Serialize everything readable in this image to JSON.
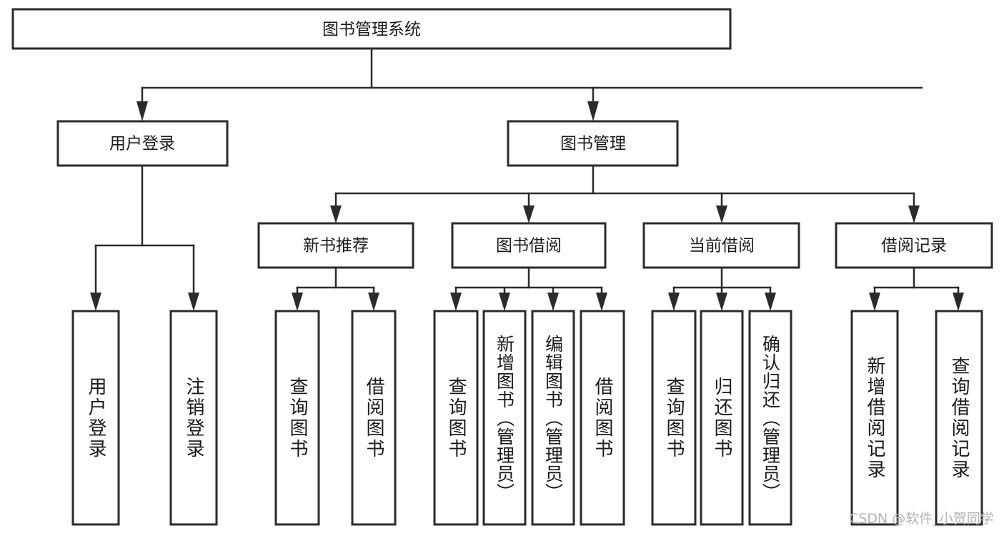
{
  "diagram": {
    "title": "图书管理系统",
    "type": "tree-hierarchy",
    "watermark": "CSDN @软件_小贺同学",
    "colors": {
      "background": "#ffffff",
      "box_border": "#2b2b2b",
      "box_fill": "#ffffff",
      "text": "#1a1a1a",
      "watermark": "#b4b4b4"
    },
    "levels": {
      "root": {
        "label": "图书管理系统"
      },
      "level2": [
        {
          "label": "用户登录"
        },
        {
          "label": "图书管理"
        }
      ],
      "level3": [
        {
          "label": "新书推荐"
        },
        {
          "label": "图书借阅"
        },
        {
          "label": "当前借阅"
        },
        {
          "label": "借阅记录"
        }
      ],
      "leaves": {
        "user_login": [
          {
            "label": "用户登录"
          },
          {
            "label": "注销登录"
          }
        ],
        "new_book_recommend": [
          {
            "label": "查询图书"
          },
          {
            "label": "借阅图书"
          }
        ],
        "book_borrow": [
          {
            "label": "查询图书"
          },
          {
            "label": "新增图书（管理员）"
          },
          {
            "label": "编辑图书（管理员）"
          },
          {
            "label": "借阅图书"
          }
        ],
        "current_borrow": [
          {
            "label": "查询图书"
          },
          {
            "label": "归还图书"
          },
          {
            "label": "确认归还（管理员）"
          }
        ],
        "borrow_records": [
          {
            "label": "新增借阅记录"
          },
          {
            "label": "查询借阅记录"
          }
        ]
      }
    }
  }
}
